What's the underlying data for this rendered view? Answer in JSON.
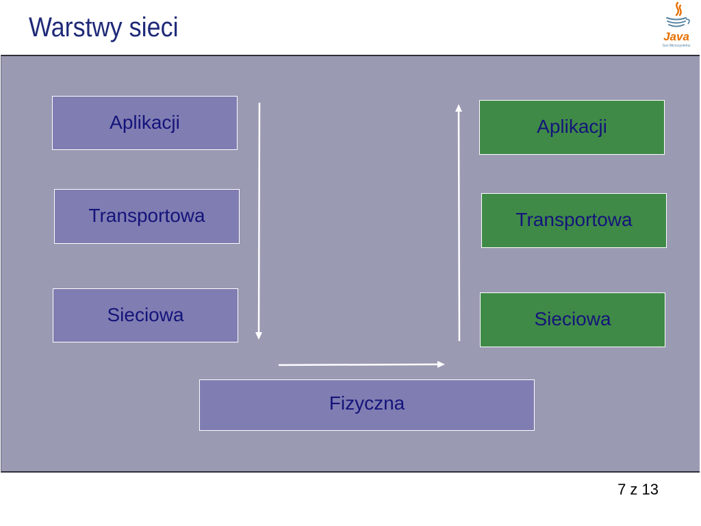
{
  "slide": {
    "title": "Warstwy sieci",
    "page_number": "7 z 13"
  },
  "logo": {
    "name": "java-logo",
    "text": "Java",
    "subtext": "Sun Microsystems"
  },
  "diagram": {
    "left_stack": [
      "Aplikacji",
      "Transportowa",
      "Sieciowa"
    ],
    "right_stack": [
      "Aplikacji",
      "Transportowa",
      "Sieciowa"
    ],
    "bottom_layer": "Fizyczna"
  },
  "colors": {
    "title_text": "#1f2a78",
    "panel_background": "#9b9ab3",
    "left_box_fill": "#807db2",
    "right_box_fill": "#3f8a47",
    "box_text": "#14147a",
    "arrow": "#ffffff"
  }
}
